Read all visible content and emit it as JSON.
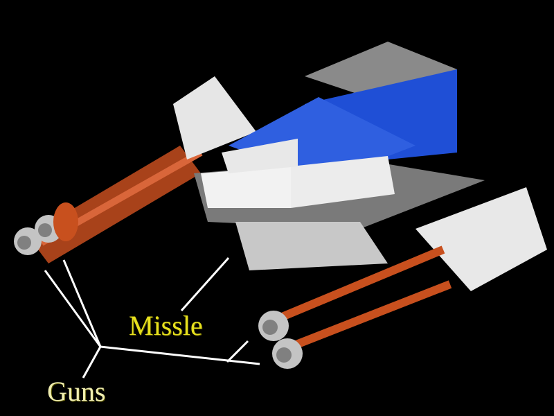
{
  "image": {
    "subject": "LEGO spaceship render",
    "background_color": "#000000"
  },
  "labels": {
    "missile": "Missle",
    "guns": "Guns"
  },
  "colors": {
    "missile_label": "#e6e01e",
    "guns_label": "#f0eeb0",
    "callout_lines": "#ffffff",
    "ship_blue": "#1f4fd6",
    "ship_white": "#f2f2f2",
    "ship_gray": "#8a8a8a",
    "trans_orange": "#c8501e"
  }
}
